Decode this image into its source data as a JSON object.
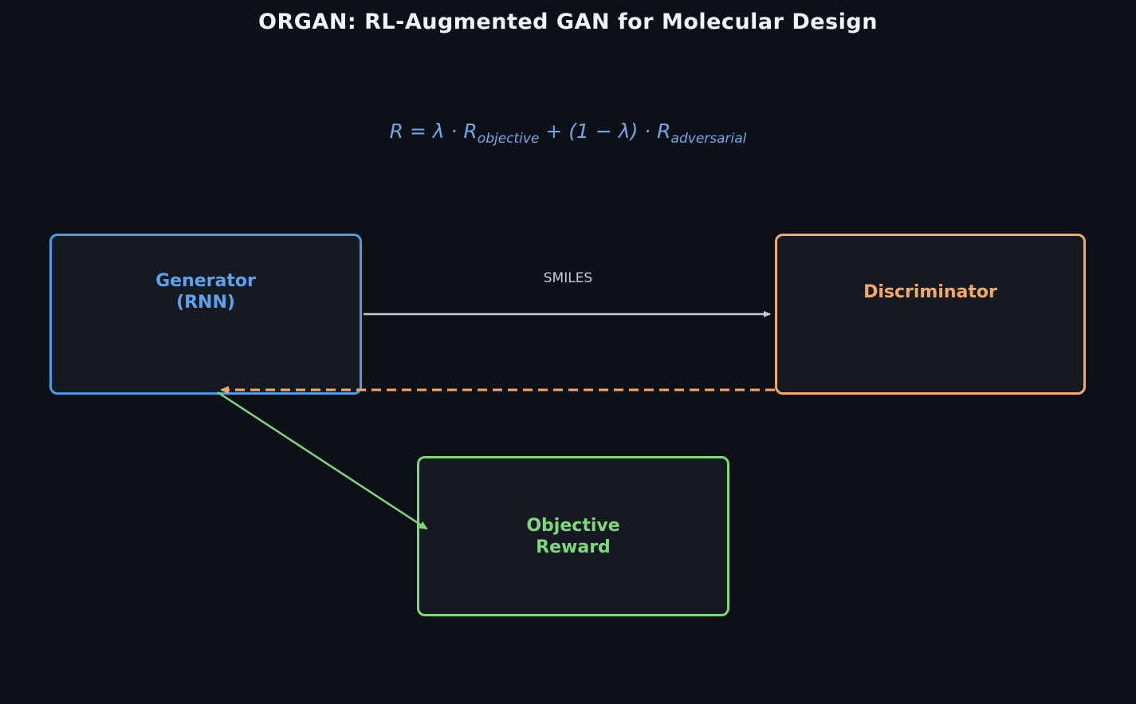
{
  "title": "ORGAN: RL-Augmented GAN for Molecular Design",
  "formula": {
    "lhs": "R = λ · R",
    "sub_objective": "objective",
    "mid": " + (1 − λ) · R",
    "sub_adversarial": "adversarial"
  },
  "nodes": {
    "generator": {
      "line1": "Generator",
      "line2": "(RNN)",
      "accent": "#4d9be6"
    },
    "discriminator": {
      "label": "Discriminator",
      "accent": "#f5a962"
    },
    "objective_reward": {
      "line1": "Objective",
      "line2": "Reward",
      "accent": "#7ed87e"
    }
  },
  "edges": {
    "generator_to_discriminator": {
      "label": "SMILES",
      "style": "solid",
      "color": "#c9ced6"
    },
    "discriminator_to_generator": {
      "style": "dashed",
      "color": "#f5a962"
    },
    "generator_to_objective_reward": {
      "style": "solid",
      "color": "#7ed87e"
    }
  },
  "colors": {
    "background": "#0d1117",
    "node_fill": "#151a21",
    "title_text": "#f2f5f9",
    "formula_text": "#6fa8e8"
  }
}
